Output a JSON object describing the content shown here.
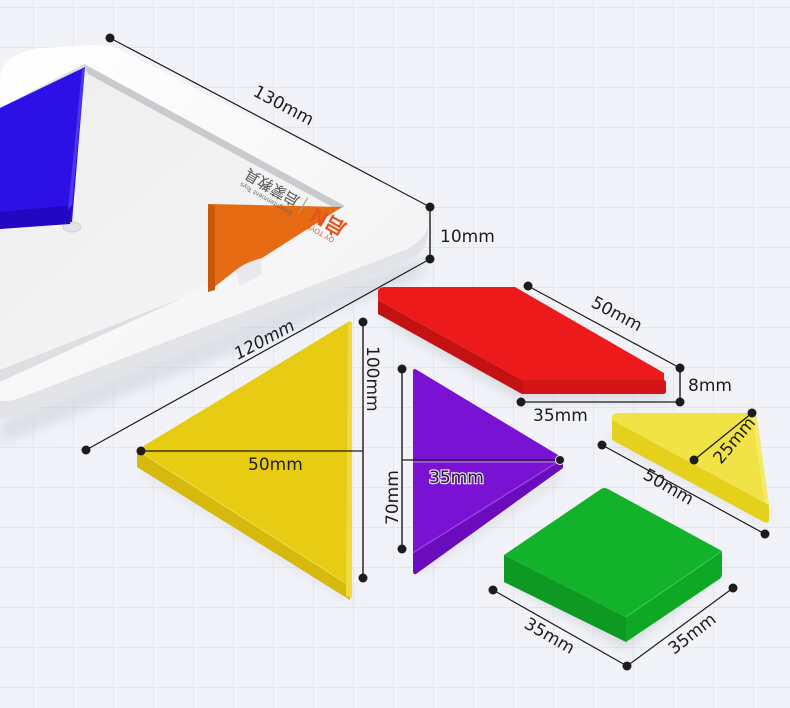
{
  "product": {
    "brand_logo_text": "启N",
    "brand_sub": "QY TOYS",
    "brand_cn": "启蒙教具",
    "brand_en": "Enlightenment Toys"
  },
  "colors": {
    "background": "#f1f3f9",
    "grid_line": "#dde1ee",
    "tray": "#f7f7f8",
    "tray_shadow": "#d9dadd",
    "blue": "#2d10e6",
    "orange": "#e66a12",
    "red": "#ec1a1a",
    "yellow_large": "#e8cc14",
    "purple": "#7a12d4",
    "yellow_small": "#f1e346",
    "green": "#12b22a",
    "annotation": "#1c1c1c"
  },
  "dimensions": {
    "tray_length": "130mm",
    "tray_width": "120mm",
    "tray_height": "10mm",
    "large_triangle_height": "100mm",
    "large_triangle_median": "50mm",
    "parallelogram_long": "50mm",
    "parallelogram_short": "35mm",
    "piece_thickness": "8mm",
    "medium_triangle_height": "70mm",
    "medium_triangle_median": "35mm",
    "small_triangle_hyp": "50mm",
    "small_triangle_alt": "25mm",
    "square_side_a": "35mm",
    "square_side_b": "35mm"
  }
}
